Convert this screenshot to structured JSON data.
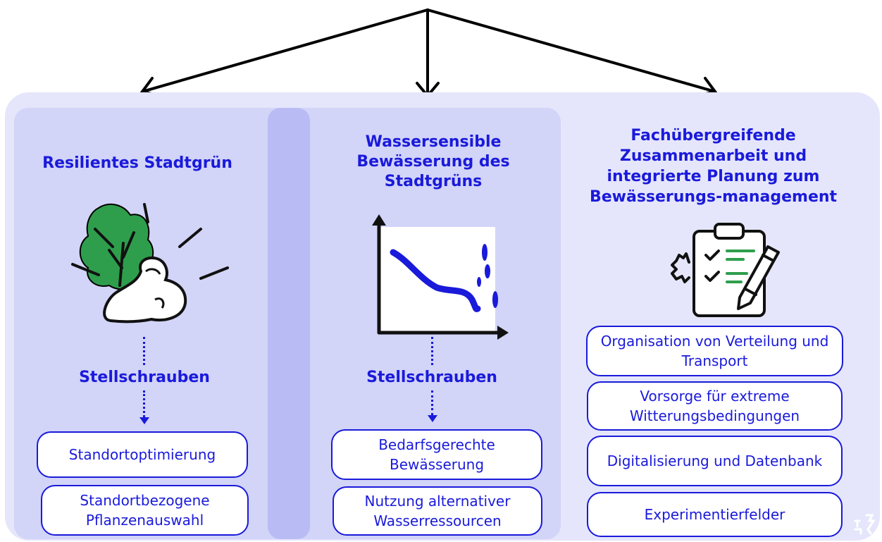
{
  "columns": [
    {
      "title": "Resilientes Stadtgrün",
      "subtitle": "Stellschrauben",
      "icon": "strong-tree-icon",
      "items": [
        "Standortoptimierung",
        "Standortbezogene Pflanzenauswahl"
      ]
    },
    {
      "title": "Wassersensible Bewässerung des Stadtgrüns",
      "subtitle": "Stellschrauben",
      "icon": "declining-water-chart-icon",
      "items": [
        "Bedarfsgerechte Bewässerung",
        "Nutzung alternativer Wasserressourcen"
      ]
    },
    {
      "title": "Fachübergreifende Zusammenarbeit und integrierte Planung zum Bewässerungs-management",
      "icon": "clipboard-checklist-icon",
      "items": [
        "Organisation von Verteilung und Transport",
        "Vorsorge für extreme Witterungsbedingungen",
        "Digitalisierung und Datenbank",
        "Experimentierfelder"
      ]
    }
  ],
  "colors": {
    "accent": "#1a1adb",
    "panel": "#e5e6fb",
    "column": "#d2d4f8",
    "overlap": "#b9bcf4",
    "tree": "#2e9e4c"
  }
}
